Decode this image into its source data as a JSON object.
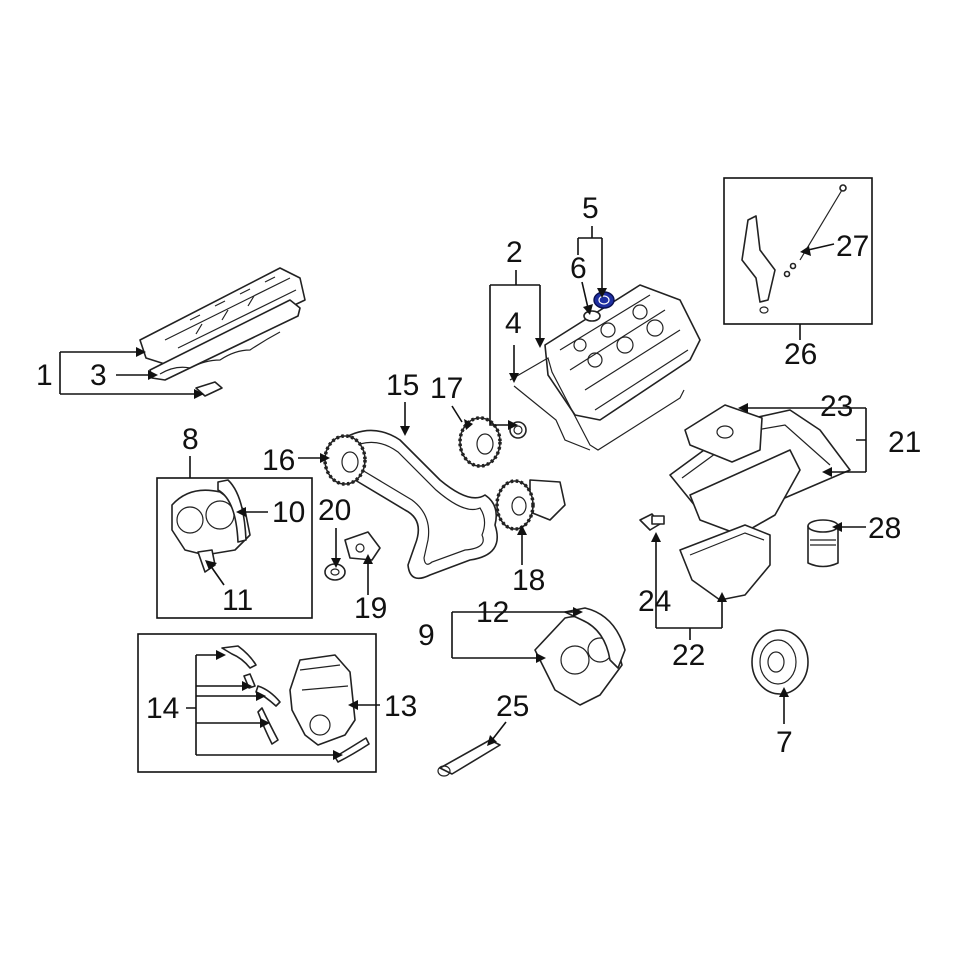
{
  "callouts": [
    {
      "id": "1",
      "label": "1"
    },
    {
      "id": "2",
      "label": "2"
    },
    {
      "id": "3",
      "label": "3"
    },
    {
      "id": "4",
      "label": "4"
    },
    {
      "id": "5",
      "label": "5"
    },
    {
      "id": "6",
      "label": "6"
    },
    {
      "id": "7",
      "label": "7"
    },
    {
      "id": "8",
      "label": "8"
    },
    {
      "id": "9",
      "label": "9"
    },
    {
      "id": "10",
      "label": "10"
    },
    {
      "id": "11",
      "label": "11"
    },
    {
      "id": "12",
      "label": "12"
    },
    {
      "id": "13",
      "label": "13"
    },
    {
      "id": "14",
      "label": "14"
    },
    {
      "id": "15",
      "label": "15"
    },
    {
      "id": "16",
      "label": "16"
    },
    {
      "id": "17",
      "label": "17"
    },
    {
      "id": "18",
      "label": "18"
    },
    {
      "id": "19",
      "label": "19"
    },
    {
      "id": "20",
      "label": "20"
    },
    {
      "id": "21",
      "label": "21"
    },
    {
      "id": "22",
      "label": "22"
    },
    {
      "id": "23",
      "label": "23"
    },
    {
      "id": "24",
      "label": "24"
    },
    {
      "id": "25",
      "label": "25"
    },
    {
      "id": "26",
      "label": "26"
    },
    {
      "id": "27",
      "label": "27"
    },
    {
      "id": "28",
      "label": "28"
    }
  ],
  "highlighted_part": "6",
  "colors": {
    "line": "#222222",
    "highlight": "#1e2ea0",
    "background": "#ffffff"
  }
}
